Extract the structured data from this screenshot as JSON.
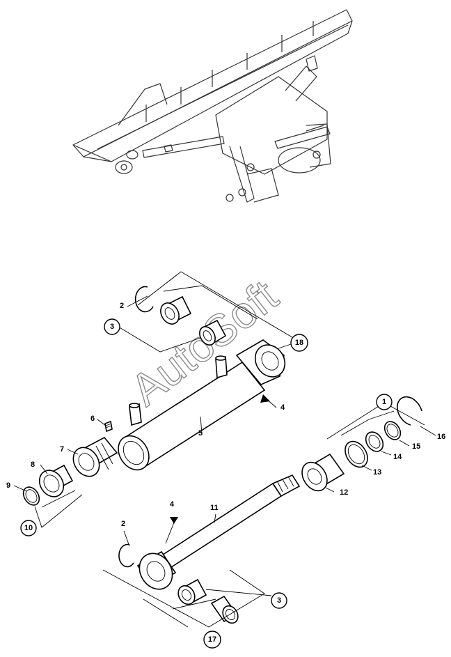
{
  "watermark": "AutoSoft",
  "callouts": {
    "c1": "1",
    "c2a": "2",
    "c2b": "2",
    "c3a": "3",
    "c3b": "3",
    "c4a": "4",
    "c4b": "4",
    "c5": "5",
    "c6": "6",
    "c7": "7",
    "c8": "8",
    "c9": "9",
    "c10": "10",
    "c11": "11",
    "c12": "12",
    "c13": "13",
    "c14": "14",
    "c15": "15",
    "c16": "16",
    "c17": "17",
    "c18": "18"
  }
}
